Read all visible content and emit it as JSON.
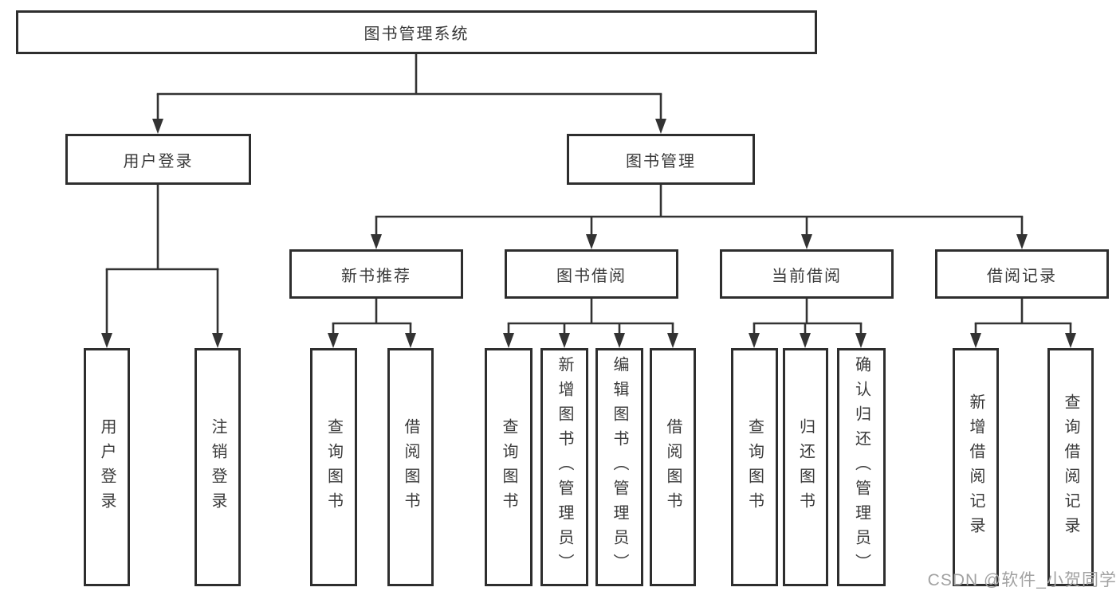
{
  "diagram_title": "图书管理系统",
  "colors": {
    "line": "#333333",
    "box_border": "#2e2e2e",
    "text": "#3a3a3a",
    "watermark": "#a2a2a2",
    "background": "#ffffff"
  },
  "nodes": {
    "root": "图书管理系统",
    "user_login": "用户登录",
    "book_management": "图书管理",
    "new_book_recommend": "新书推荐",
    "book_borrow": "图书借阅",
    "current_borrow": "当前借阅",
    "borrow_records": "借阅记录",
    "leaf_user_login": "用户登录",
    "leaf_logout": "注销登录",
    "leaf_rec_query_books": "查询图书",
    "leaf_rec_borrow_books": "借阅图书",
    "leaf_bb_query_books": "查询图书",
    "leaf_bb_add_books": "新增图书（管理员）",
    "leaf_bb_edit_books": "编辑图书（管理员）",
    "leaf_bb_borrow_books": "借阅图书",
    "leaf_cb_query_books": "查询图书",
    "leaf_cb_return_books": "归还图书",
    "leaf_cb_confirm_return": "确认归还（管理员）",
    "leaf_br_add_record": "新增借阅记录",
    "leaf_br_query_record": "查询借阅记录"
  },
  "watermark": "CSDN @软件_小贺同学"
}
